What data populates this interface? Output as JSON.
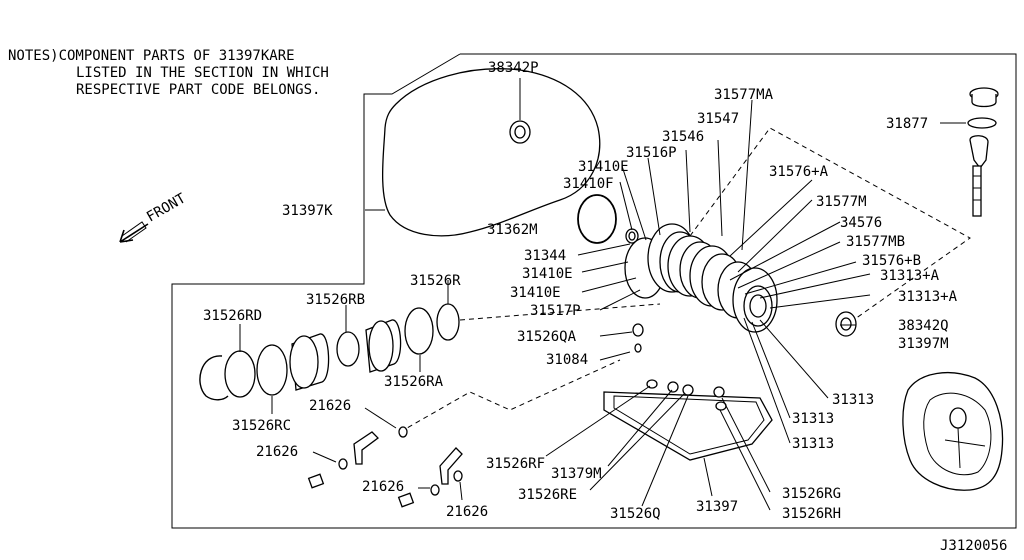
{
  "notes": {
    "line1": "NOTES)COMPONENT PARTS OF 31397KARE",
    "line2": "LISTED IN THE SECTION IN WHICH",
    "line3": "RESPECTIVE PART CODE BELONGS."
  },
  "front_label": "FRONT",
  "diagram_code": "J3120056",
  "labels": {
    "p38342P": "38342P",
    "p31397K": "31397K",
    "p31362M": "31362M",
    "p31410F": "31410F",
    "p31410E_a": "31410E",
    "p31516P": "31516P",
    "p31546": "31546",
    "p31547": "31547",
    "p31577MA": "31577MA",
    "p31877": "31877",
    "p31576A": "31576+A",
    "p31577M": "31577M",
    "p34576": "34576",
    "p31577MB": "31577MB",
    "p31576B": "31576+B",
    "p31313A_1": "31313+A",
    "p31313A_2": "31313+A",
    "p38342Q": "38342Q",
    "p31397M": "31397M",
    "p31344": "31344",
    "p31410E_b": "31410E",
    "p31410E_c": "31410E",
    "p31517P": "31517P",
    "p31526QA": "31526QA",
    "p31084": "31084",
    "p31526R": "31526R",
    "p31526RB": "31526RB",
    "p31526RD": "31526RD",
    "p31526RA": "31526RA",
    "p31526RC": "31526RC",
    "p21626_a": "21626",
    "p21626_b": "21626",
    "p21626_c": "21626",
    "p21626_d": "21626",
    "p31526RF": "31526RF",
    "p31379M": "31379M",
    "p31526RE": "31526RE",
    "p31526Q": "31526Q",
    "p31397": "31397",
    "p31526RG": "31526RG",
    "p31526RH": "31526RH",
    "p31313_a": "31313",
    "p31313_b": "31313",
    "p31313_c": "31313"
  }
}
